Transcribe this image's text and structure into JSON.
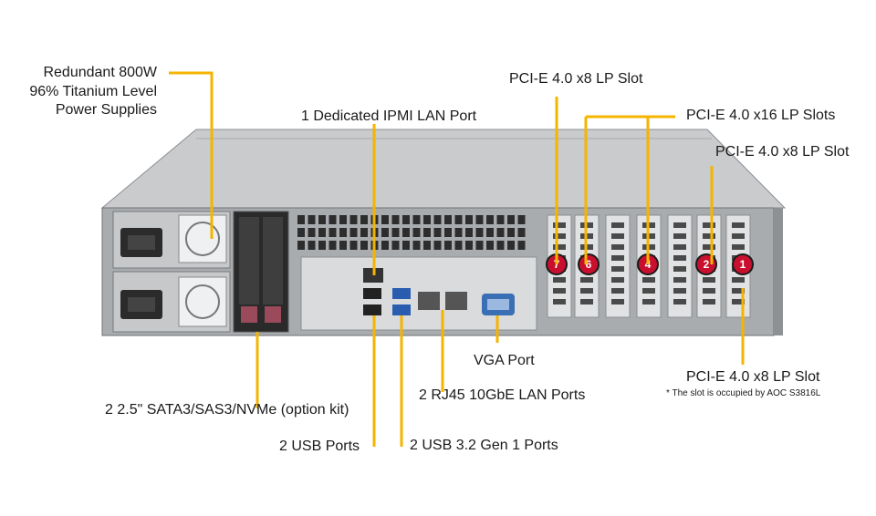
{
  "labels": {
    "psu_line1": "Redundant  800W",
    "psu_line2": "96% Titanium Level",
    "psu_line3": "Power Supplies",
    "ipmi": "1 Dedicated IPMI  LAN Port",
    "pcie_x8_top": "PCI-E 4.0 x8 LP Slot",
    "pcie_x16": "PCI-E 4.0 x16 LP Slots",
    "pcie_x8_right": "PCI-E 4.0 x8 LP Slot",
    "drives": "2 2.5\" SATA3/SAS3/NVMe (option kit)",
    "usb": "2 USB Ports",
    "usb32": "2 USB 3.2 Gen 1 Ports",
    "rj45": "2 RJ45  10GbE LAN Ports",
    "vga": "VGA Port",
    "pcie_x8_bottom": "PCI-E 4.0 x8 LP Slot",
    "aoc_note": "* The slot is occupied by AOC S3816L"
  },
  "slots": [
    "7",
    "6",
    "4",
    "2",
    "1"
  ],
  "colors": {
    "callout_line": "#f5b400",
    "slot_badge": "#c8102e",
    "chassis": "#b9bcbf",
    "io_panel": "#d9dadb"
  }
}
